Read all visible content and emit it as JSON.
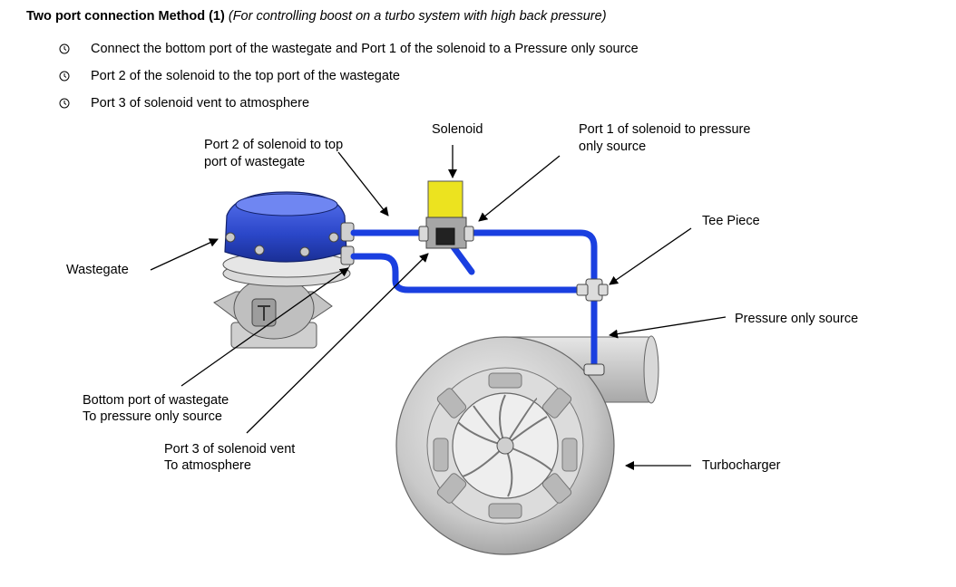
{
  "heading": {
    "bold": "Two port connection Method (1)",
    "italic": "(For controlling boost on a turbo system with high back pressure)"
  },
  "steps": [
    {
      "text": "Connect the bottom port of the wastegate and Port 1 of the solenoid to a Pressure only source",
      "icon": "clock-bullet-icon"
    },
    {
      "text": "Port 2 of the solenoid to the top port of the wastegate",
      "icon": "clock-bullet-icon"
    },
    {
      "text": "Port 3 of solenoid vent to atmosphere",
      "icon": "clock-bullet-icon"
    }
  ],
  "labels": {
    "solenoid": "Solenoid",
    "port1": [
      "Port 1 of solenoid to pressure",
      "only source"
    ],
    "port2": [
      "Port 2 of solenoid to top",
      "port of wastegate"
    ],
    "wastegate": "Wastegate",
    "tee_piece": "Tee Piece",
    "pressure_source": "Pressure only source",
    "bottom_port": [
      "Bottom port of wastegate",
      "To pressure only source"
    ],
    "port3": [
      "Port 3 of solenoid vent",
      "To atmosphere"
    ],
    "turbocharger": "Turbocharger"
  },
  "colors": {
    "hose": "#1a3fe0",
    "wastegate_cap": "#2b47c9",
    "solenoid": "#ece31f",
    "metal": "#c8c8c8",
    "line": "#000000"
  }
}
